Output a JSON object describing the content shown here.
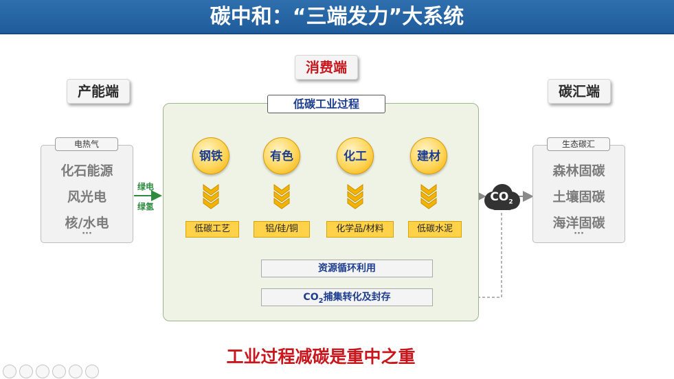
{
  "title": "碳中和：“三端发力”大系统",
  "producer": {
    "label": "产能端",
    "tag": "电热气",
    "items": [
      "化石能源",
      "风光电",
      "核/水电",
      "···"
    ],
    "arrow_labels": [
      "绿电",
      "绿氢"
    ]
  },
  "consumer": {
    "label": "消费端",
    "top_box": "低碳工业过程",
    "industries": [
      {
        "circle": "钢铁",
        "process": "低碳工艺"
      },
      {
        "circle": "有色",
        "process": "铝/硅/铜"
      },
      {
        "circle": "化工",
        "process": "化学品/材料"
      },
      {
        "circle": "建材",
        "process": "低碳水泥"
      }
    ],
    "recycle": "资源循环利用",
    "ccus": {
      "prefix": "CO",
      "sub": "2",
      "suffix": "捕集转化及封存"
    }
  },
  "cloud": {
    "main": "CO",
    "sub": "2"
  },
  "sink": {
    "label": "碳汇端",
    "tag": "生态碳汇",
    "items": [
      "森林固碳",
      "土壤固碳",
      "海洋固碳",
      "···"
    ]
  },
  "bottom_text": "工业过程减碳是重中之重",
  "colors": {
    "title_bar": "#1f5c9b",
    "accent_red": "#c8161d",
    "label_blue": "#1d3d8f",
    "panel_green": "#eef3e6",
    "arrow_green": "#2e8b3e",
    "gold": "#ffd24a"
  }
}
